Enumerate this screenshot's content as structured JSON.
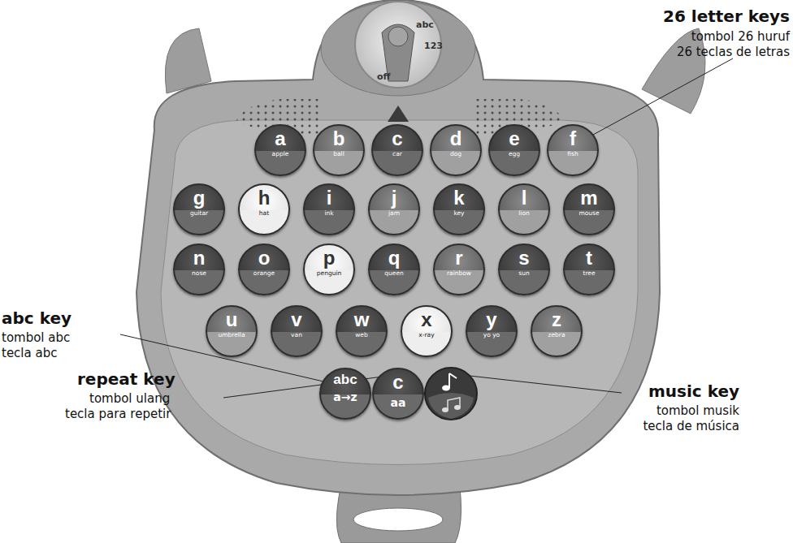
{
  "diagram": {
    "nodes": [
      {
        "text": [
          "a",
          "apple"
        ]
      },
      {
        "text": [
          "b",
          "ball"
        ]
      },
      {
        "text": [
          "c",
          "car"
        ]
      },
      {
        "text": [
          "d",
          "dog"
        ]
      },
      {
        "text": [
          "e",
          "egg"
        ]
      },
      {
        "text": [
          "f",
          "fish"
        ]
      },
      {
        "text": [
          "g",
          "guitar"
        ]
      },
      {
        "text": [
          "h",
          "hat"
        ]
      },
      {
        "text": [
          "i",
          "ink"
        ]
      },
      {
        "text": [
          "j",
          "jam"
        ]
      },
      {
        "text": [
          "k",
          "key"
        ]
      },
      {
        "text": [
          "l",
          "lion"
        ]
      },
      {
        "text": [
          "m",
          "mouse"
        ]
      },
      {
        "text": [
          "n",
          "nose"
        ]
      },
      {
        "text": [
          "o",
          "orange"
        ]
      },
      {
        "text": [
          "p",
          "penguin"
        ]
      },
      {
        "text": [
          "q",
          "queen"
        ]
      },
      {
        "text": [
          "r",
          "rainbow"
        ]
      },
      {
        "text": [
          "s",
          "sun"
        ]
      },
      {
        "text": [
          "t",
          "tree"
        ]
      },
      {
        "text": [
          "u",
          "umbrella"
        ]
      },
      {
        "text": [
          "v",
          "van"
        ]
      },
      {
        "text": [
          "w",
          "web"
        ]
      },
      {
        "text": [
          "x",
          "x-ray"
        ]
      },
      {
        "text": [
          "y",
          "yo yo"
        ]
      },
      {
        "text": [
          "z",
          "zebra"
        ]
      },
      {
        "text": [
          "abc",
          "a→z"
        ]
      },
      {
        "text": [
          "c",
          "aa"
        ]
      }
    ],
    "labels": [
      "26 letter keys",
      "tombol 26 huruf",
      "26 teclas de letras",
      "abc key",
      "tombol abc",
      "tecla abc",
      "repeat key",
      "tombol ulang",
      "tecla para repetir",
      "music key",
      "tombol musik",
      "tecla de música",
      "abc",
      "123",
      "off"
    ]
  }
}
